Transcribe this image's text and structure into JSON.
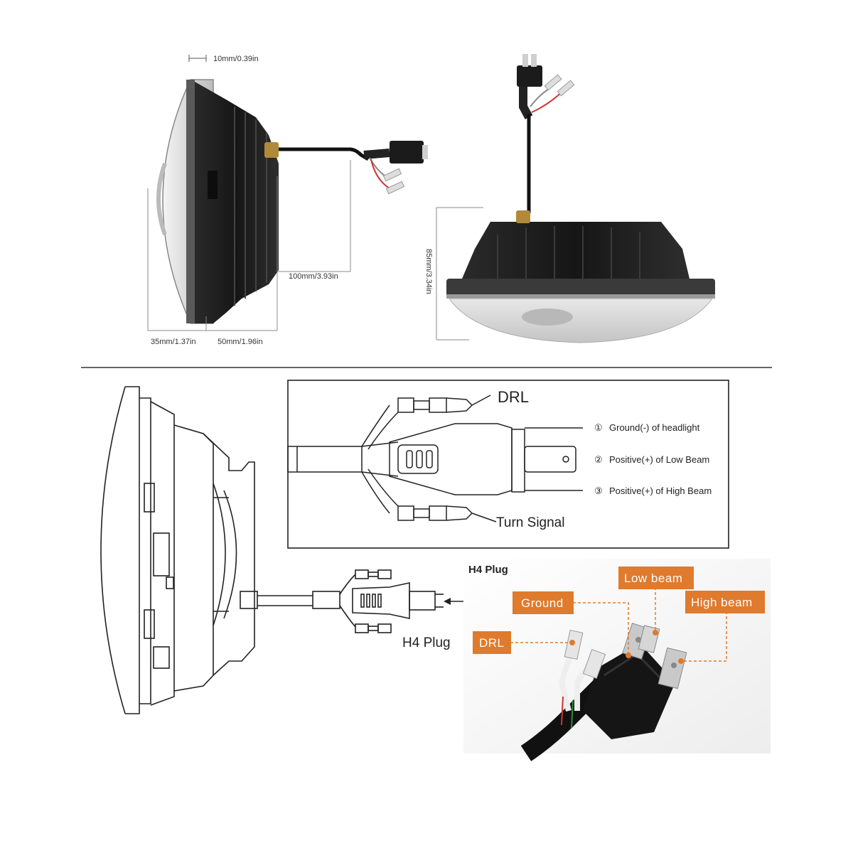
{
  "dimensions": {
    "bezel": "10mm/0.39in",
    "depth_total": "100mm/3.93in",
    "front_depth": "35mm/1.37in",
    "rear_depth": "50mm/1.96in",
    "height": "85mm/3.34in"
  },
  "wiring": {
    "drl": "DRL",
    "turn_signal": "Turn Signal",
    "pins": [
      {
        "marker": "①",
        "label": "Ground(-) of  headlight"
      },
      {
        "marker": "②",
        "label": "Positive(+) of  Low Beam"
      },
      {
        "marker": "③",
        "label": "Positive(+) of  High Beam"
      }
    ]
  },
  "outline": {
    "plug_label": "H4 Plug"
  },
  "plug_photo": {
    "title": "H4 Plug",
    "tags": {
      "drl": "DRL",
      "ground": "Ground",
      "low_beam": "Low beam",
      "high_beam": "High beam"
    },
    "tag_color": "#e07a2c"
  }
}
